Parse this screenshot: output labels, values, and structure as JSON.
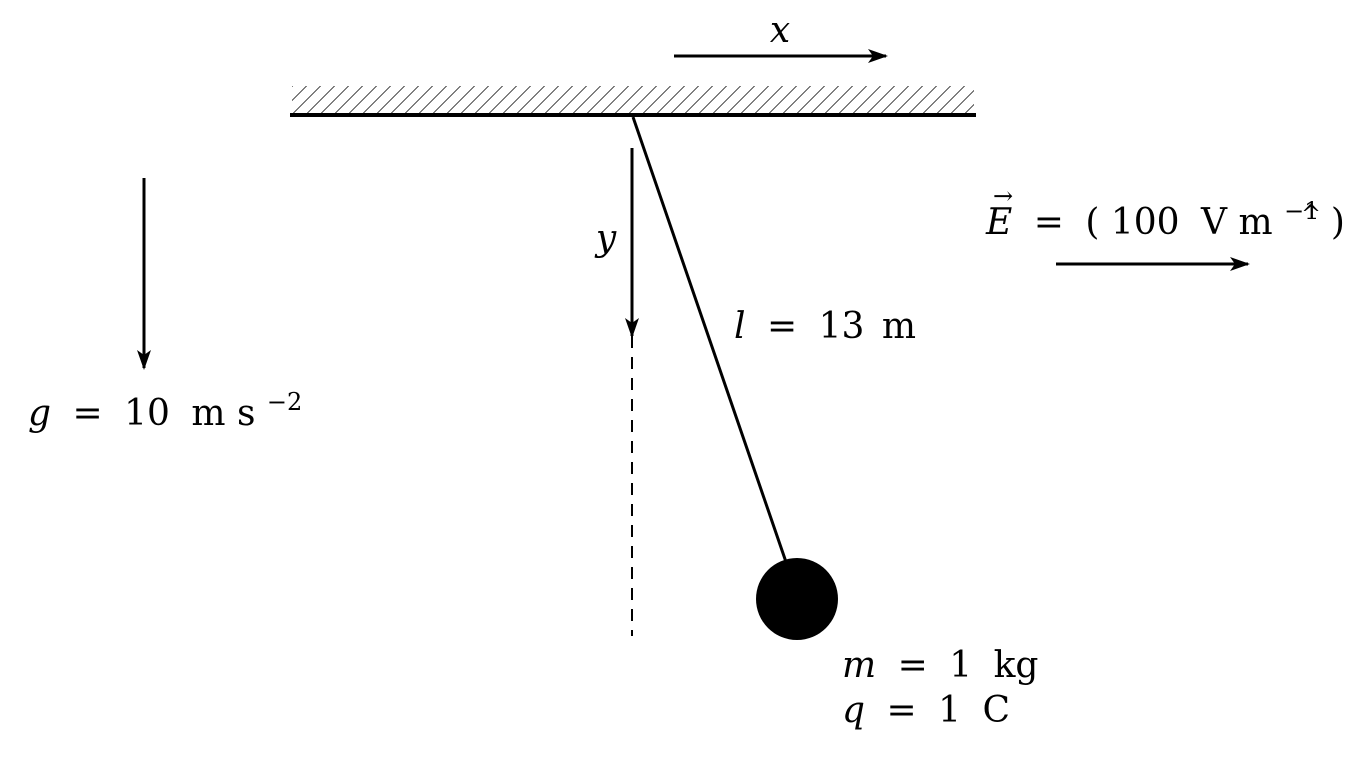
{
  "colors": {
    "ink": "#000000",
    "background": "#ffffff"
  },
  "axes": {
    "x_label": "x",
    "y_label": "y"
  },
  "gravity": {
    "symbol": "g",
    "equals": "=",
    "value": "10",
    "unit": "m s",
    "exponent": "−2"
  },
  "field": {
    "symbol": "E",
    "vector_mark": "→",
    "equals": "=",
    "open": "(",
    "value": "100",
    "unit": "V m",
    "exponent": "−1",
    "close": ")",
    "direction": "x",
    "hat_mark": "^"
  },
  "string": {
    "symbol": "l",
    "equals": "=",
    "value": "13",
    "unit": "m"
  },
  "mass": {
    "symbol": "m",
    "equals": "=",
    "value": "1",
    "unit": "kg"
  },
  "charge": {
    "symbol": "q",
    "equals": "=",
    "value": "1",
    "unit": "C"
  }
}
